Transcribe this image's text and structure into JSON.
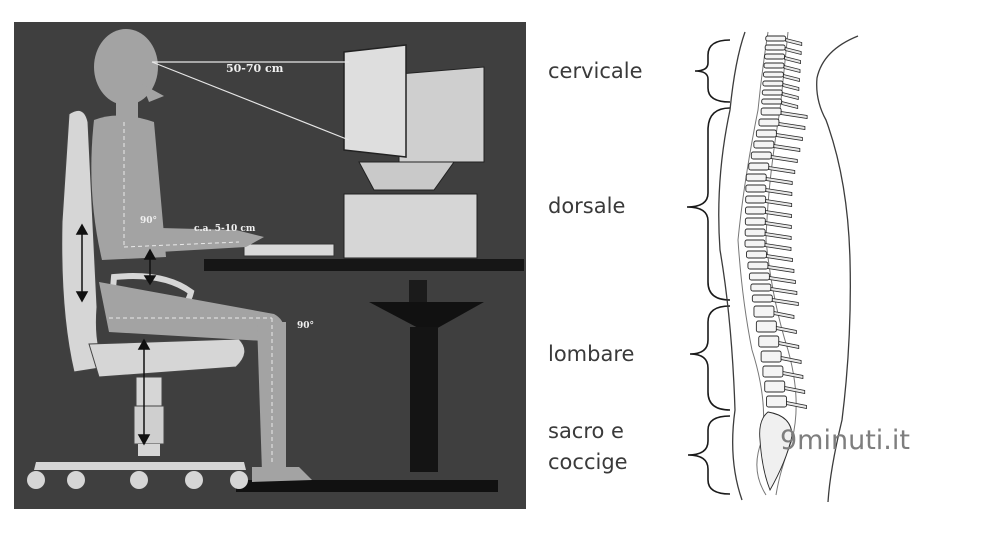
{
  "posture": {
    "eye_distance": "50-70 cm",
    "forearm_clearance": "c.a. 5-10 cm",
    "elbow_angle": "90°",
    "knee_angle": "90°"
  },
  "spine": {
    "regions": [
      {
        "label": "cervicale"
      },
      {
        "label": "dorsale"
      },
      {
        "label": "lombare"
      },
      {
        "label": "sacro e\ncoccige"
      }
    ],
    "watermark": "9minuti.it"
  },
  "colors": {
    "panel_background": "#3f3f3f",
    "figure": "#a3a3a3",
    "furniture_light": "#d6d6d6",
    "desk_dark": "#161616",
    "label_text": "#3a3a3a"
  }
}
